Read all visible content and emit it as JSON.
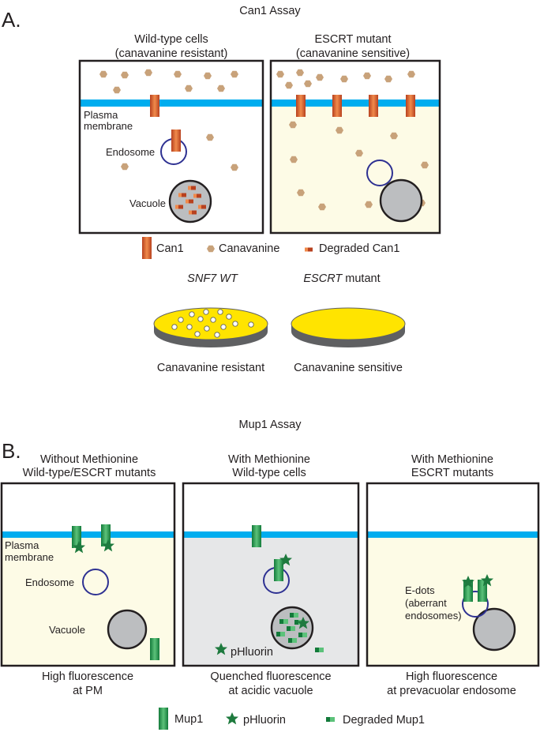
{
  "colors": {
    "membrane": "#00adef",
    "cytoplasm": "#fdfbe6",
    "quenched": "#e6e7e8",
    "can1_dark": "#b7411f",
    "can1_light": "#f08a4b",
    "canavanine": "#c8a27a",
    "mup1_dark": "#137a3a",
    "mup1_light": "#5cc27a",
    "phluorin": "#1e7a3e",
    "plate_yellow": "#ffe400",
    "plate_side": "#5f6062",
    "vacuole": "#bcbec0",
    "endosome": "#2e3192"
  },
  "section_a": {
    "letter": "A.",
    "title": "Can1 Assay",
    "panel_left_title_1": "Wild-type cells",
    "panel_left_title_2": "(canavanine resistant)",
    "panel_right_title_1": "ESCRT mutant",
    "panel_right_title_2": "(canavanine sensitive)",
    "label_plasma_1": "Plasma",
    "label_plasma_2": "membrane",
    "label_endosome": "Endosome",
    "label_vacuole": "Vacuole",
    "legend_can1": "Can1",
    "legend_canavanine": "Canavanine",
    "legend_degraded": "Degraded Can1",
    "plate_left_title_italic": "SNF7 WT",
    "plate_right_title_italic": "ESCRT",
    "plate_right_title_rest": " mutant",
    "plate_left_caption": "Canavanine resistant",
    "plate_right_caption": "Canavanine sensitive"
  },
  "section_b": {
    "letter": "B.",
    "title": "Mup1 Assay",
    "panel1_title_1": "Without Methionine",
    "panel1_title_2": "Wild-type/ESCRT mutants",
    "panel2_title_1": "With Methionine",
    "panel2_title_2": "Wild-type cells",
    "panel3_title_1": "With Methionine",
    "panel3_title_2": "ESCRT mutants",
    "label_plasma_1": "Plasma",
    "label_plasma_2": "membrane",
    "label_endosome": "Endosome",
    "label_vacuole": "Vacuole",
    "label_phluorin": "pHluorin",
    "label_edots_1": "E-dots",
    "label_edots_2": "(aberrant",
    "label_edots_3": "endosomes)",
    "panel1_caption_1": "High fluorescence",
    "panel1_caption_2": "at PM",
    "panel2_caption_1": "Quenched fluorescence",
    "panel2_caption_2": "at acidic vacuole",
    "panel3_caption_1": "High fluorescence",
    "panel3_caption_2": "at prevacuolar endosome",
    "legend_mup1": "Mup1",
    "legend_phluorin": "pHluorin",
    "legend_degraded": "Degraded Mup1"
  }
}
